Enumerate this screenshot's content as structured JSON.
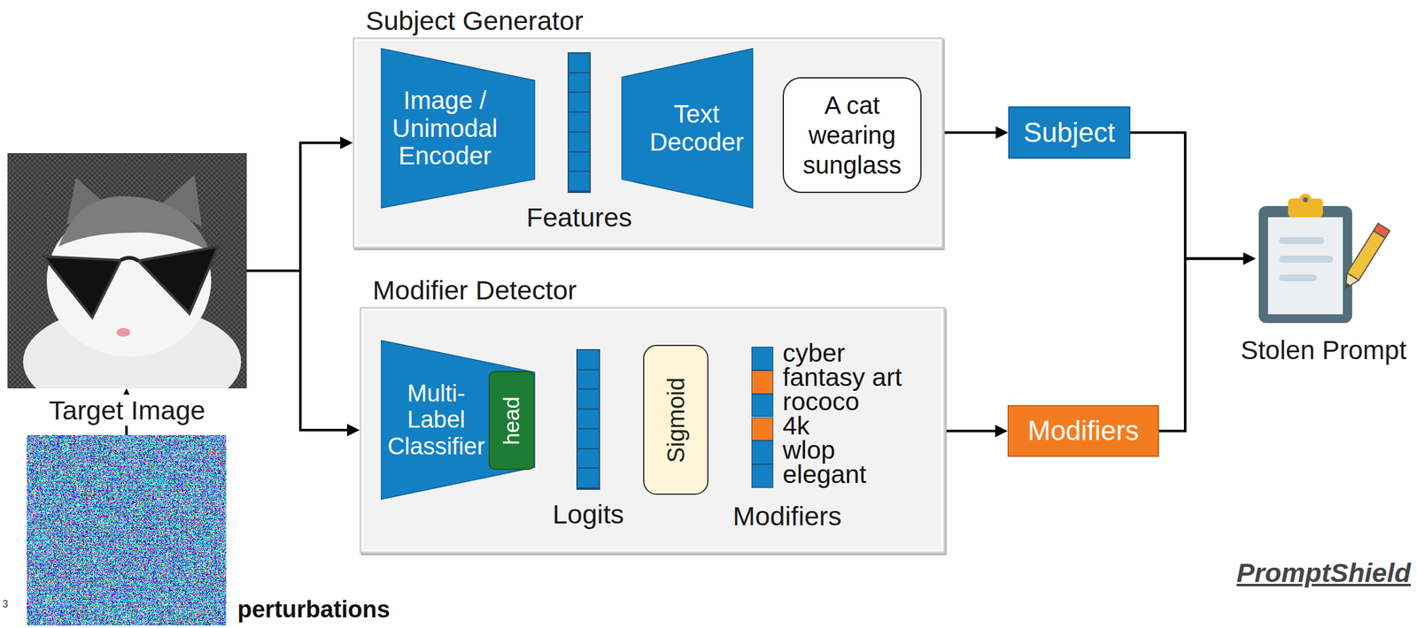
{
  "diagram": {
    "nodes": [
      {
        "text": [
          "Target Image"
        ]
      },
      {
        "text": [
          "perturbations"
        ]
      },
      {
        "text": [
          "Subject Generator"
        ]
      },
      {
        "text": [
          "Image / Unimodal Encoder"
        ],
        "in": 2
      },
      {
        "text": [
          "Features"
        ],
        "in": 2
      },
      {
        "text": [
          "Text Decoder"
        ],
        "in": 2
      },
      {
        "text": [
          "A cat wearing sunglass"
        ],
        "in": 2
      },
      {
        "text": [
          "Modifier Detector"
        ]
      },
      {
        "text": [
          "Multi-Label Classifier"
        ],
        "in": 7
      },
      {
        "text": [
          "head"
        ],
        "in": 8
      },
      {
        "text": [
          "Logits"
        ],
        "in": 7
      },
      {
        "text": [
          "Sigmoid"
        ],
        "in": 7
      },
      {
        "text": [
          "cyber",
          "fantasy art",
          "rococo",
          "4k",
          "wlop",
          "elegant",
          "Modifiers"
        ],
        "in": 7
      },
      {
        "text": [
          "Subject"
        ]
      },
      {
        "text": [
          "Modifiers"
        ]
      },
      {
        "text": [
          "Stolen Prompt"
        ]
      }
    ],
    "edges": [
      {
        "from": 1,
        "to": 0,
        "arrow": "to"
      },
      {
        "from": 0,
        "to": 2,
        "arrow": "to"
      },
      {
        "from": 0,
        "to": 7,
        "arrow": "to"
      },
      {
        "from": 3,
        "to": 4,
        "arrow": "to"
      },
      {
        "from": 4,
        "to": 5,
        "arrow": "to"
      },
      {
        "from": 5,
        "to": 6,
        "arrow": "to"
      },
      {
        "from": 2,
        "to": 13,
        "arrow": "to"
      },
      {
        "from": 8,
        "to": 10,
        "arrow": "to"
      },
      {
        "from": 10,
        "to": 11,
        "arrow": "to"
      },
      {
        "from": 11,
        "to": 12,
        "arrow": "to"
      },
      {
        "from": 7,
        "to": 14,
        "arrow": "to"
      },
      {
        "from": 13,
        "to": 15,
        "arrow": "to"
      },
      {
        "from": 14,
        "to": 15,
        "arrow": "to"
      }
    ],
    "labels": [
      "3",
      "PromptShield"
    ]
  }
}
